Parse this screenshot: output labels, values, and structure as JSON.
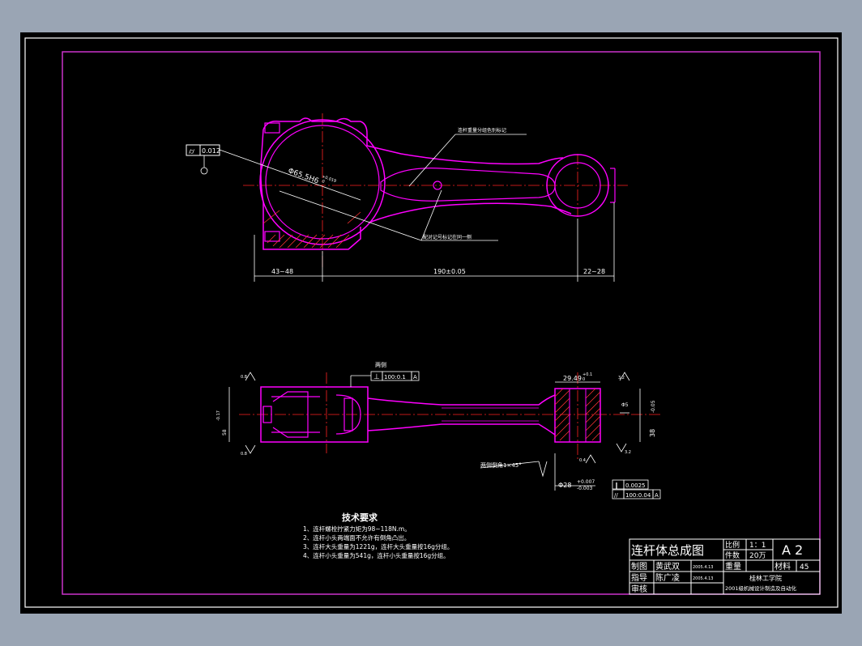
{
  "colors": {
    "background": "#000000",
    "frame": "#ffffff",
    "border": "#cc33cc",
    "part_outline": "#ff00ff",
    "center_line": "#ff2222",
    "dimension": "#ffffff",
    "hatch": "#ff3333",
    "desktop": "#9aa5b4"
  },
  "top_view": {
    "geometric_tolerance_symbol": "⌭",
    "geometric_tolerance_value": "0.012",
    "bore_diameter_label": "Φ65.5H6",
    "bore_tolerance_upper": "+0.019",
    "bore_tolerance_lower": "0",
    "note_weight_group": "连杆重量分组色别标记",
    "note_pair_mark": "配对记号标记在同一侧",
    "dim_left": "43~48",
    "dim_center": "190±0.05",
    "dim_right": "22~28"
  },
  "side_view": {
    "note_both_sides": "两侧",
    "perpendicularity": "⊥",
    "perpendicularity_value": "100:0.1",
    "datum_a": "A",
    "small_end_width": "29.49",
    "small_end_width_tol_upper": "+0.1",
    "small_end_width_tol_lower": "0",
    "big_end_width": "38",
    "big_end_width_tol": "-0.05",
    "big_end_dim": "58",
    "big_end_dim_tol": "-0.17",
    "small_bore": "Φ28",
    "small_bore_tol_upper": "+0.007",
    "small_bore_tol_lower": "-0.003",
    "chamfer_note": "两侧倒角1×45°",
    "roughness_1": "0.8",
    "roughness_2": "0.8",
    "roughness_3": "3.2",
    "roughness_4": "3.2",
    "roughness_5": "0.4",
    "parallel_1": "∥",
    "parallel_1_value": "0.0025",
    "parallel_2": "//",
    "parallel_2_value": "100:0.04",
    "parallel_2_datum": "A",
    "oil_hole": "Φ5"
  },
  "tech_requirements": {
    "title": "技术要求",
    "items": [
      "1、连杆螺栓拧紧力矩为98~118N.m。",
      "2、连杆小头两端面不允许有倒角凸出。",
      "3、连杆大头重量为1221g，连杆大头重量按16g分组。",
      "4、连杆小头重量为541g，连杆小头重量按16g分组。"
    ]
  },
  "title_block": {
    "drawing_title": "连杆体总成图",
    "scale_label": "比例",
    "scale_value": "1：1",
    "quantity_label": "件数",
    "quantity_value": "20万",
    "sheet_size": "A 2",
    "weight_label": "重量",
    "material_label": "材料",
    "material_value": "45",
    "drafter_label": "制图",
    "drafter_name": "黄武双",
    "drafter_date": "2005.4.13",
    "advisor_label": "指导",
    "advisor_name": "陈广凌",
    "advisor_date": "2005.4.13",
    "reviewer_label": "审核",
    "school": "桂林工学院",
    "class": "2001级机械设计制造及自动化"
  }
}
